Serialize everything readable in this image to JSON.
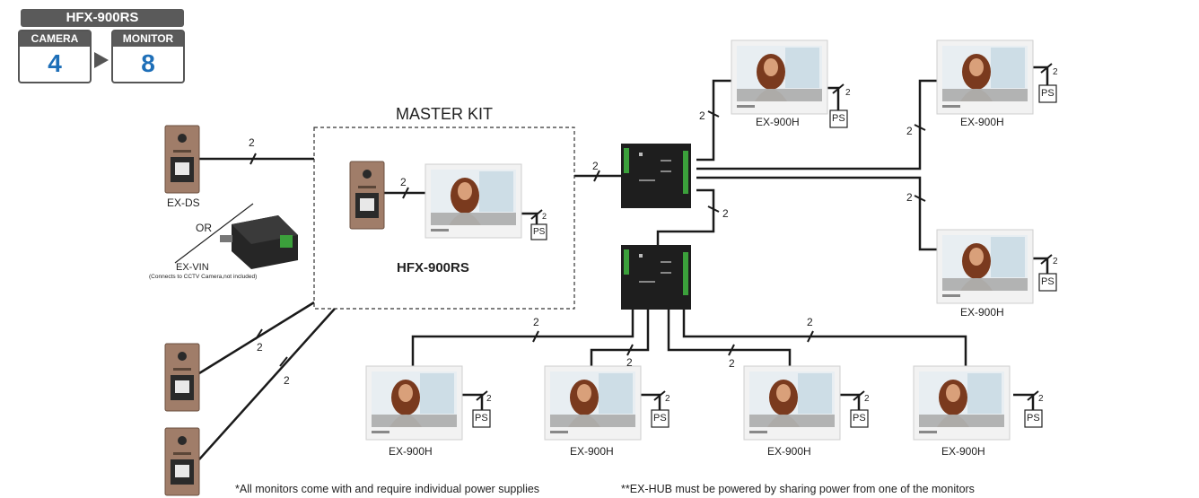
{
  "header": {
    "model": "HFX-900RS",
    "camera_label": "CAMERA",
    "camera_count": "4",
    "monitor_label": "MONITOR",
    "monitor_count": "8"
  },
  "master_kit": {
    "title": "MASTER KIT",
    "model": "HFX-900RS"
  },
  "devices": {
    "door_station": "EX-DS",
    "or": "OR",
    "video_input": "EX-VIN",
    "video_input_note": "(Connects to CCTV Camera,not included)",
    "monitor": "EX-900H",
    "power_supply": "PS",
    "wire_count": "2"
  },
  "notes": {
    "left": "*All monitors come with and require individual power supplies",
    "right": "**EX-HUB must be powered by sharing power from one of the monitors"
  },
  "colors": {
    "badge_gray": "#5a5a5a",
    "number_blue": "#1e6fb8",
    "door_station_bronze": "#a07d69",
    "hub_black": "#1e1e1e",
    "hub_green": "#3ba03b"
  }
}
